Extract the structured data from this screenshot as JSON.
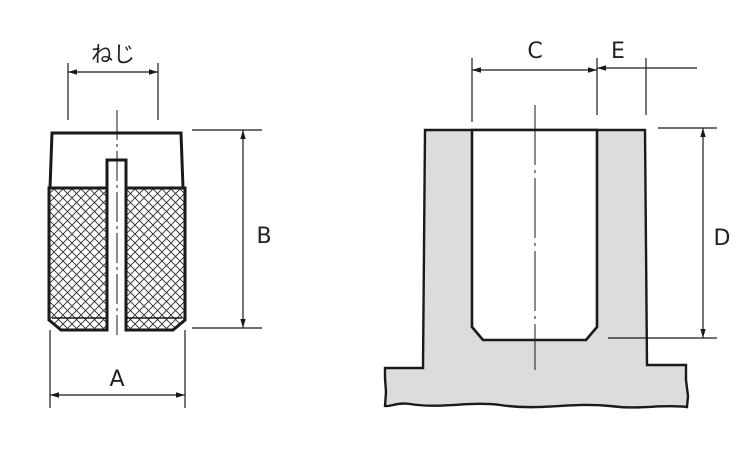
{
  "labels": {
    "thread": "ねじ",
    "a": "A",
    "b": "B",
    "c": "C",
    "d": "D",
    "e": "E"
  },
  "colors": {
    "line": "#1a1a1a",
    "fill": "#dcdcdc",
    "hatch": "#2a2a2a",
    "background": "#ffffff"
  }
}
